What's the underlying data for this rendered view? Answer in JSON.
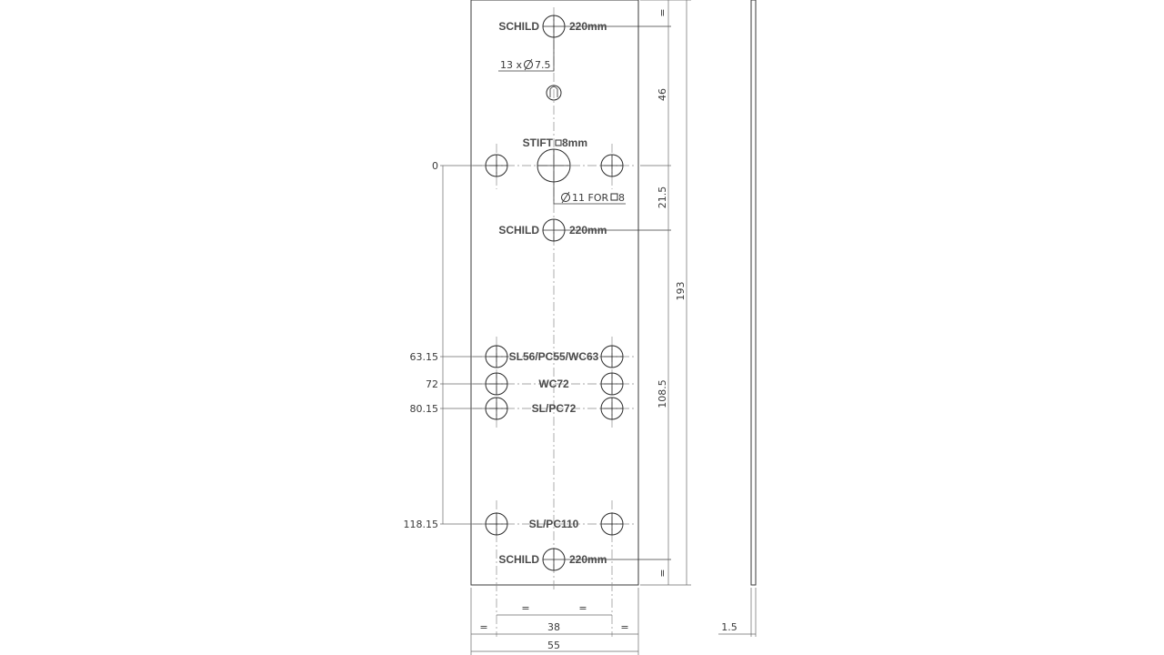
{
  "labels": {
    "schild": "SCHILD",
    "size_220": "220mm",
    "stift": "STIFT",
    "stift_size": "8mm",
    "sl56": "SL56/PC55/WC63",
    "wc72": "WC72",
    "slpc72": "SL/PC72",
    "slpc110": "SL/PC110"
  },
  "annotations": {
    "holes_note_qty": "13 x",
    "holes_note_dia": "7.5",
    "square_note_dia": "11 FOR",
    "square_note_size": "8"
  },
  "left_dims": {
    "d0": "0",
    "d63": "63.15",
    "d72": "72",
    "d80": "80.15",
    "d118": "118.15"
  },
  "right_dims": {
    "eq_top": "=",
    "d46": "46",
    "d215": "21.5",
    "d193": "193",
    "d1085": "108.5",
    "eq_bottom": "="
  },
  "bottom_dims": {
    "eq_a": "=",
    "eq_b": "=",
    "d38": "38",
    "eq_left": "=",
    "eq_right": "=",
    "d55": "55"
  },
  "side_dims": {
    "thickness": "1.5"
  }
}
